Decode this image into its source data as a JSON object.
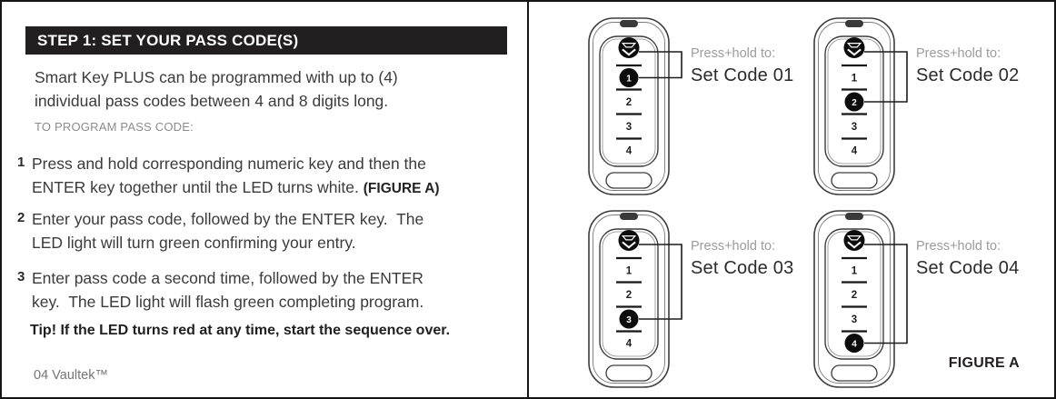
{
  "panel": {
    "header": "STEP 1: SET YOUR PASS CODE(S)",
    "intro": "Smart Key PLUS can be programmed with up to (4) individual pass codes between 4 and 8 digits long.",
    "eyebrow": "TO PROGRAM PASS CODE:",
    "steps": [
      {
        "num": "1",
        "text": "Press and hold corresponding numeric key and then the ENTER key together until the LED turns white.",
        "bold_suffix": "(FIGURE A)"
      },
      {
        "num": "2",
        "text": "Enter your pass code, followed by the ENTER key.  The LED light will turn green confirming your entry.",
        "bold_suffix": ""
      },
      {
        "num": "3",
        "text": "Enter pass code a second time, followed by the ENTER key.  The LED light will flash green completing program.",
        "bold_suffix": ""
      }
    ],
    "tip": "Tip! If the LED turns red at any time, start the sequence over.",
    "footer": "04 Vaultek™"
  },
  "figure": {
    "caption": "FIGURE A",
    "fobs": [
      {
        "hint": "Press+hold to:",
        "label": "Set Code 01",
        "active_button": 1,
        "buttons": [
          "1",
          "2",
          "3",
          "4"
        ],
        "enter_icon": "vaultek-logo-icon"
      },
      {
        "hint": "Press+hold to:",
        "label": "Set Code 02",
        "active_button": 2,
        "buttons": [
          "1",
          "2",
          "3",
          "4"
        ],
        "enter_icon": "vaultek-logo-icon"
      },
      {
        "hint": "Press+hold to:",
        "label": "Set Code 03",
        "active_button": 3,
        "buttons": [
          "1",
          "2",
          "3",
          "4"
        ],
        "enter_icon": "vaultek-logo-icon"
      },
      {
        "hint": "Press+hold to:",
        "label": "Set Code 04",
        "active_button": 4,
        "buttons": [
          "1",
          "2",
          "3",
          "4"
        ],
        "enter_icon": "vaultek-logo-icon"
      }
    ]
  },
  "colors": {
    "border": "#151515",
    "header_bar_bg": "#231f20",
    "header_bar_text": "#ffffff",
    "body_text": "#3b3b3b",
    "muted_text": "#8c8c8c",
    "hint_text": "#9c9c9c",
    "label_text": "#2b2b2b",
    "line_art": "#3d3d3d",
    "active_button_fill": "#0d0d0d"
  }
}
